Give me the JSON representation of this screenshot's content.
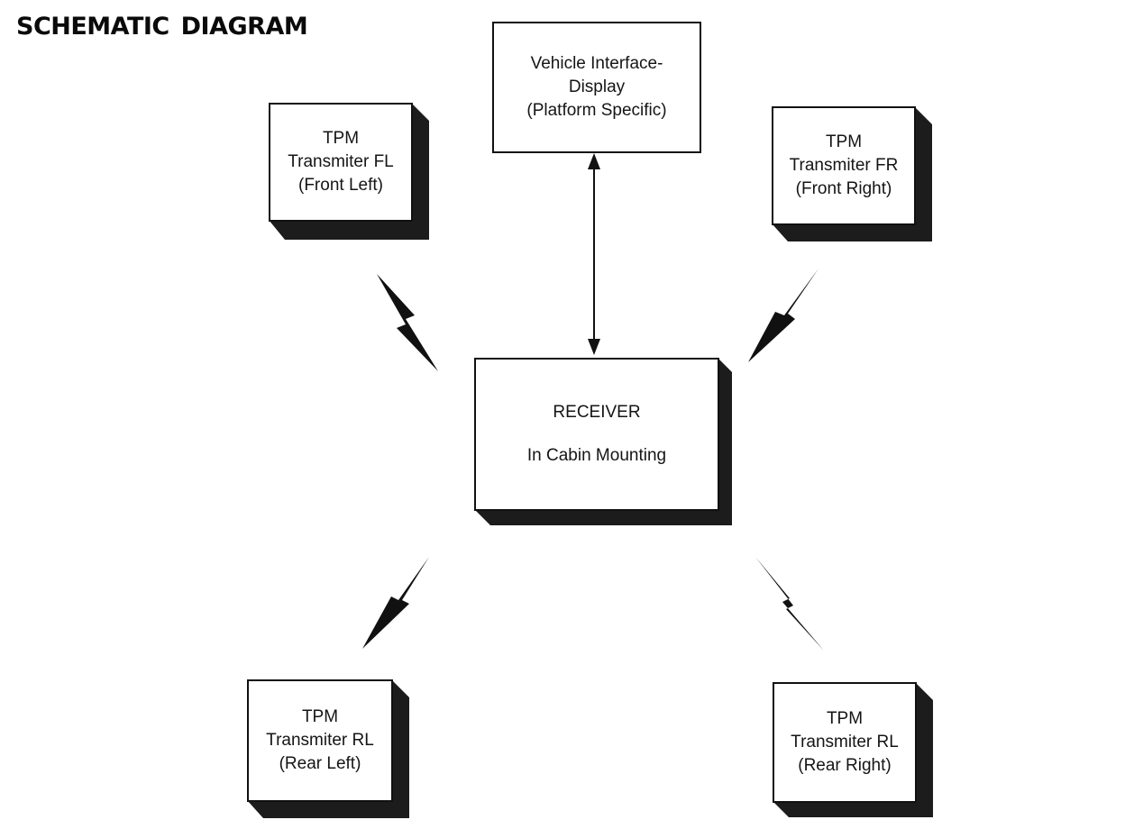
{
  "title": "SCHEMATIC  DIAGRAM",
  "vehicle_interface": {
    "lines": [
      "Vehicle Interface-",
      "Display",
      "(Platform Specific)"
    ]
  },
  "transmitter_fl": {
    "lines": [
      "TPM",
      "Transmiter FL",
      "(Front Left)"
    ]
  },
  "transmitter_fr": {
    "lines": [
      "TPM",
      "Transmiter FR",
      "(Front Right)"
    ]
  },
  "receiver": {
    "title": "RECEIVER",
    "subtitle": "In Cabin Mounting"
  },
  "transmitter_rl": {
    "lines": [
      "TPM",
      "Transmiter RL",
      "(Rear Left)"
    ]
  },
  "transmitter_rr": {
    "lines": [
      "TPM",
      "Transmiter RL",
      "(Rear Right)"
    ]
  }
}
